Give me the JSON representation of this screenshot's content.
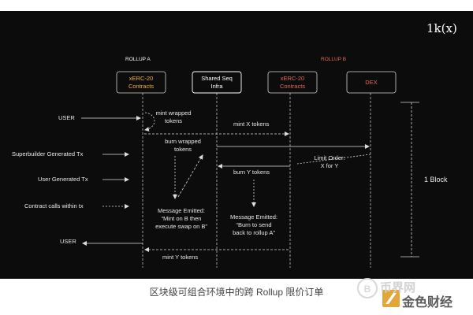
{
  "colors": {
    "background": "#0c0c0c",
    "rollup_a": "#f0b040",
    "rollup_b": "#e06a58",
    "white": "#ffffff",
    "line": "#cfcfcf"
  },
  "brand": {
    "logo": "1k(x)"
  },
  "groups": {
    "rollup_a": "ROLLUP A",
    "rollup_b": "ROLLUP B"
  },
  "actors": [
    {
      "id": "xerc_a",
      "line1": "xERC-20",
      "line2": "Contracts",
      "color": "rollup_a"
    },
    {
      "id": "shared",
      "line1": "Shared Seq",
      "line2": "Infra",
      "color": "white"
    },
    {
      "id": "xerc_b",
      "line1": "xERC-20",
      "line2": "Contracts",
      "color": "rollup_b"
    },
    {
      "id": "dex",
      "line1": "DEX",
      "line2": "",
      "color": "rollup_b"
    }
  ],
  "legend": {
    "user_top": "USER",
    "superbuilder": "Superbuilder Generated Tx",
    "user_generated": "User Generated Tx",
    "contract_calls": "Contract calls within tx",
    "user_bottom": "USER"
  },
  "messages": {
    "mint_wrapped": [
      "mint wrapped",
      "tokens"
    ],
    "mint_x": "mint X tokens",
    "burn_wrapped": [
      "burn wrapped",
      "tokens"
    ],
    "limit_order": [
      "Limit Order:",
      "X for Y"
    ],
    "burn_y": "burn Y tokens",
    "msg_emitted_a": [
      "Message Emitted:",
      "“Mint on B then",
      "execute swap on B”"
    ],
    "msg_emitted_b": [
      "Message Emitted:",
      "“Burn to send",
      "back to rollup A”"
    ],
    "mint_y": "mint Y tokens"
  },
  "block_label": "1 Block",
  "caption": "区块级可组合环境中的跨 Rollup 限价订单",
  "watermarks": {
    "wm1": "币界网",
    "wm2": "金色财经"
  }
}
